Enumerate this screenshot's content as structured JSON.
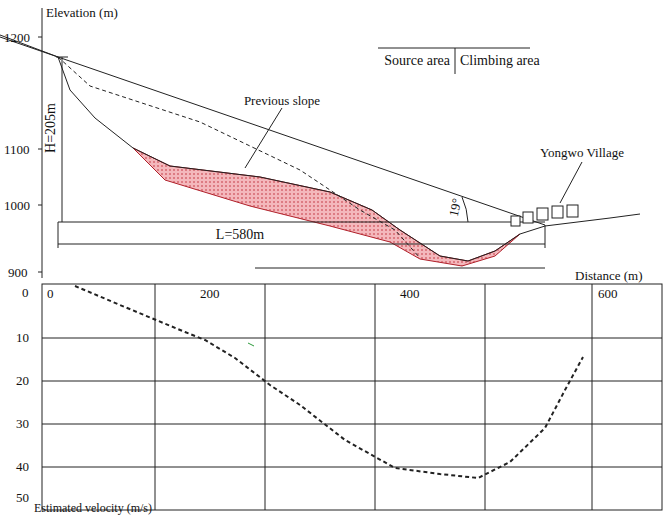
{
  "diagram": {
    "labels": [
      "Elevation (m)",
      "1200",
      "1100",
      "1000",
      "900",
      "Source area",
      "Climbing area",
      "Previous slope",
      "H=205m",
      "L=580m",
      "19°",
      "Yongwo Village",
      "Distance (m)",
      "0",
      "200",
      "400",
      "600",
      "0",
      "10",
      "20",
      "30",
      "40",
      "50",
      "Estimated velocity (m/s)"
    ]
  }
}
